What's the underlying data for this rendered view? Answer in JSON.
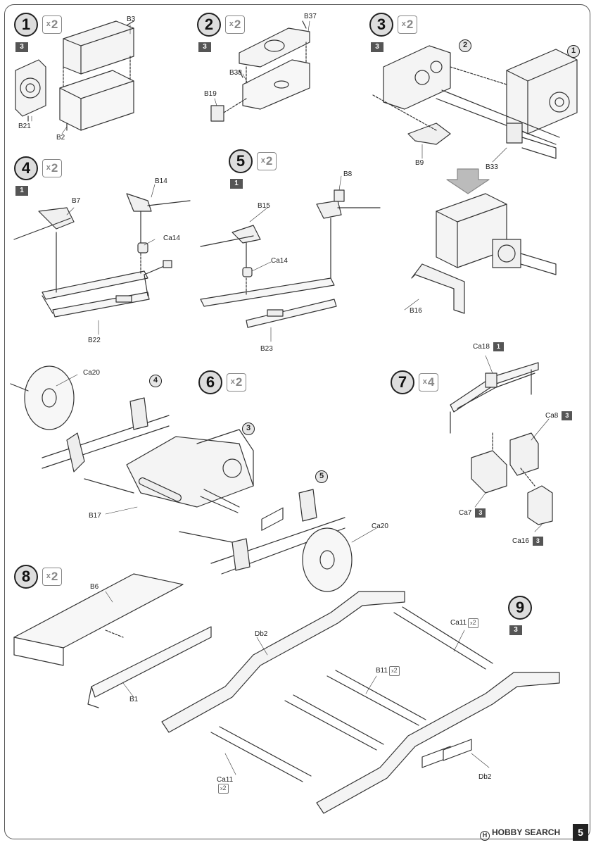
{
  "steps": [
    {
      "num": "1",
      "mult": "2",
      "sheet": "3"
    },
    {
      "num": "2",
      "mult": "2",
      "sheet": "3"
    },
    {
      "num": "3",
      "mult": "2",
      "sheet": "3"
    },
    {
      "num": "4",
      "mult": "2",
      "sheet": "1"
    },
    {
      "num": "5",
      "mult": "2",
      "sheet": "1"
    },
    {
      "num": "6",
      "mult": "2"
    },
    {
      "num": "7",
      "mult": "4"
    },
    {
      "num": "8",
      "mult": "2"
    },
    {
      "num": "9",
      "sheet": "3"
    }
  ],
  "mult_prefix": "x",
  "parts": {
    "B3": "B3",
    "B21": "B21",
    "B2": "B2",
    "B37": "B37",
    "B38": "B38",
    "B19": "B19",
    "B9": "B9",
    "B33": "B33",
    "B16": "B16",
    "B14": "B14",
    "B7": "B7",
    "Ca14": "Ca14",
    "B22": "B22",
    "B8": "B8",
    "B15": "B15",
    "B23": "B23",
    "Ca20": "Ca20",
    "B17": "B17",
    "Ca18": "Ca18",
    "Ca8": "Ca8",
    "Ca7": "Ca7",
    "Ca16": "Ca16",
    "B6": "B6",
    "B1": "B1",
    "Db2": "Db2",
    "Ca11": "Ca11",
    "B11": "B11"
  },
  "part_tags": {
    "Ca18": "1",
    "Ca8": "3",
    "Ca7": "3",
    "Ca16": "3"
  },
  "part_mults": {
    "Ca11": "2",
    "B11": "2"
  },
  "callouts": {
    "s3_a": "2",
    "s3_b": "1",
    "s6_a": "4",
    "s6_b": "3",
    "s6_c": "5"
  },
  "watermark": {
    "logo": "H",
    "text": "HOBBY SEARCH"
  },
  "page_number": "5"
}
